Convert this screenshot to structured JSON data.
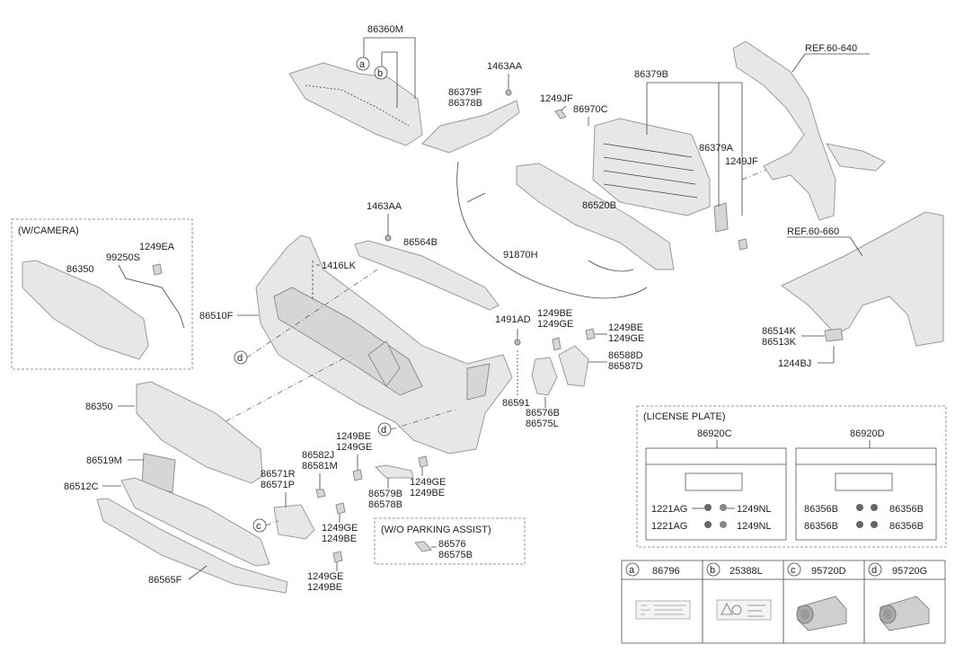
{
  "labels": {
    "l86360M": "86360M",
    "l1463AA_top": "1463AA",
    "l86379F": "86379F",
    "l86378B": "86378B",
    "l86379B": "86379B",
    "l1249JF_a": "1249JF",
    "l86970C": "86970C",
    "l86379A": "86379A",
    "l1249JF_b": "1249JF",
    "lRef640": "REF.60-640",
    "lRef660": "REF.60-660",
    "l86520B": "86520B",
    "l1463AA_mid": "1463AA",
    "l86564B": "86564B",
    "l91870H": "91870H",
    "l1416LK": "1416LK",
    "l86510F": "86510F",
    "l1491AD": "1491AD",
    "l1249BE_a": "1249BE",
    "l1249GE_a": "1249GE",
    "l1249BE_b": "1249BE",
    "l1249GE_b": "1249GE",
    "l86588D": "86588D",
    "l86587D": "86587D",
    "l86591": "86591",
    "l86576B": "86576B",
    "l86575L": "86575L",
    "l86514K": "86514K",
    "l86513K": "86513K",
    "l1244BJ": "1244BJ",
    "lCamera": "(W/CAMERA)",
    "l99250S": "99250S",
    "l1249EA": "1249EA",
    "l86350_cam": "86350",
    "l86350": "86350",
    "l86519M": "86519M",
    "l86512C": "86512C",
    "l86565F": "86565F",
    "l86582J": "86582J",
    "l86581M": "86581M",
    "l1249BE_c": "1249BE",
    "l1249GE_c": "1249GE",
    "l86571R": "86571R",
    "l86571P": "86571P",
    "l1249GE_d": "1249GE",
    "l1249BE_d": "1249BE",
    "l1249GE_e": "1249GE",
    "l1249BE_e": "1249BE",
    "l1249GE_f": "1249GE",
    "l1249BE_f": "1249BE",
    "l86579B": "86579B",
    "l86578B": "86578B",
    "lNoPark": "(W/O PARKING ASSIST)",
    "l86576": "86576",
    "l86575B": "86575B",
    "lLicense": "(LICENSE PLATE)",
    "l86920C": "86920C",
    "l86920D": "86920D",
    "l1221AG_a": "1221AG",
    "l1221AG_b": "1221AG",
    "l1249NL_a": "1249NL",
    "l1249NL_b": "1249NL",
    "l86356B_a": "86356B",
    "l86356B_b": "86356B",
    "l86356B_c": "86356B",
    "l86356B_d": "86356B"
  },
  "markers": {
    "a": "a",
    "b": "b",
    "c": "c",
    "d": "d"
  },
  "legend": [
    {
      "letter": "a",
      "part": "86796"
    },
    {
      "letter": "b",
      "part": "25388L"
    },
    {
      "letter": "c",
      "part": "95720D"
    },
    {
      "letter": "d",
      "part": "95720G"
    }
  ],
  "colors": {
    "part_fill": "#e7e7e7",
    "part_stroke": "#9a9a9a",
    "line": "#444444"
  }
}
